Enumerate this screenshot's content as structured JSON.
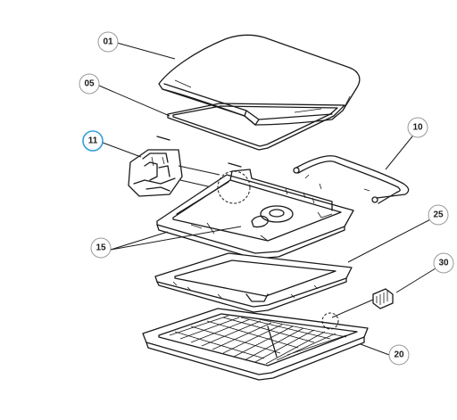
{
  "callouts": [
    {
      "id": "01",
      "label": "01",
      "highlight": false
    },
    {
      "id": "05",
      "label": "05",
      "highlight": false
    },
    {
      "id": "11",
      "label": "11",
      "highlight": true
    },
    {
      "id": "10",
      "label": "10",
      "highlight": false
    },
    {
      "id": "25",
      "label": "25",
      "highlight": false
    },
    {
      "id": "15",
      "label": "15",
      "highlight": false
    },
    {
      "id": "30",
      "label": "30",
      "highlight": false
    },
    {
      "id": "20",
      "label": "20",
      "highlight": false
    }
  ],
  "colors": {
    "line": "#1a1a1a",
    "callout_border": "#9a9a9a",
    "highlight": "#2f9fd8"
  }
}
